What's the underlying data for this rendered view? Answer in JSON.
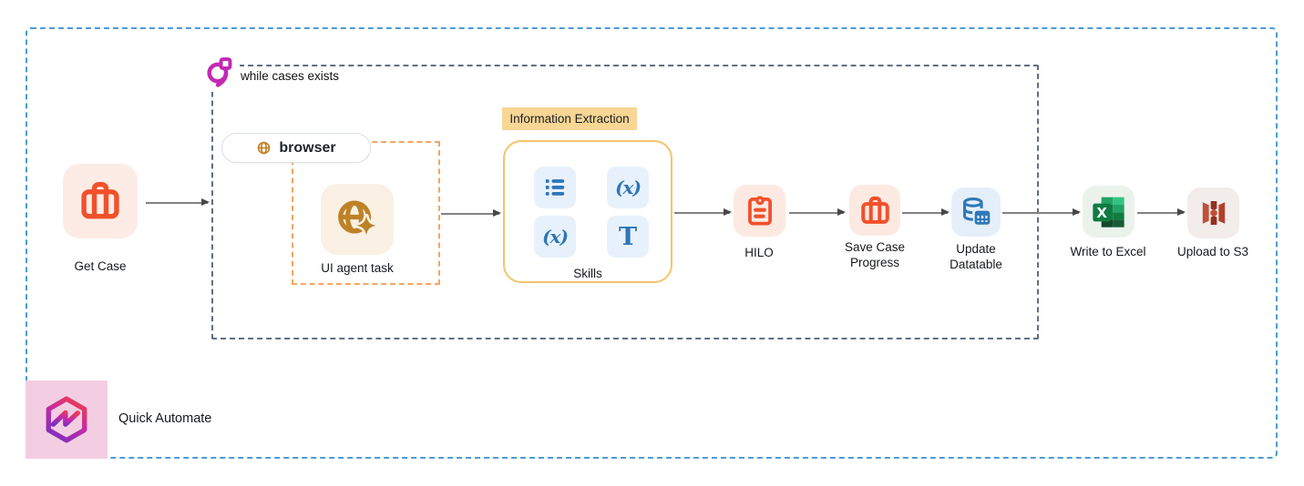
{
  "outer_group": {
    "border_color": "#4C9BD7"
  },
  "loop_group": {
    "label": "while cases exists",
    "icon": "loop-icon",
    "icon_color": "#C328B4",
    "border_color": "#5E6F82"
  },
  "browser_group": {
    "tab_label": "browser",
    "tab_icon": "globe-icon",
    "tab_icon_color": "#C08129",
    "border_color": "#F5A561"
  },
  "nodes": {
    "get_case": {
      "label": "Get Case",
      "icon": "briefcase-icon",
      "icon_color": "#F1512B",
      "bg": "#FCECE5"
    },
    "ui_agent_task": {
      "label": "UI agent task",
      "icon": "globe-sparkle-icon",
      "icon_color": "#BE8226",
      "bg": "#FAF1E4"
    },
    "hilo": {
      "label": "HILO",
      "icon": "clipboard-icon",
      "icon_color": "#F1512B",
      "bg": "#FCEAE2"
    },
    "save_case_progress": {
      "label": "Save Case Progress",
      "icon": "briefcase-icon",
      "icon_color": "#F1512B",
      "bg": "#FCEAE2"
    },
    "update_datatable": {
      "label": "Update Datatable",
      "icon": "database-table-icon",
      "icon_color": "#2E78B8",
      "bg": "#E5EFFA"
    },
    "write_to_excel": {
      "label": "Write to Excel",
      "icon": "excel-icon",
      "bg": "#EBF2EC"
    },
    "upload_to_s3": {
      "label": "Upload to S3",
      "icon": "s3-bucket-icon",
      "icon_color": "#C0503A",
      "bg": "#F2EDEB"
    }
  },
  "skills_group": {
    "tag_label": "Information Extraction",
    "tag_bg": "#F8D694",
    "label": "Skills",
    "border_color": "#F6C36B",
    "tile_bg": "#E7F1FB",
    "icon_color": "#2E76B7",
    "tiles": [
      "bullet-list-icon",
      "formula-x-icon",
      "formula-x-icon",
      "text-icon"
    ],
    "glyph_fx": "(x)",
    "glyph_t": "T"
  },
  "footer": {
    "brand": "Quick Automate",
    "logo": "hexagon-bolt-logo",
    "logo_bg": "#F3CEE3"
  }
}
